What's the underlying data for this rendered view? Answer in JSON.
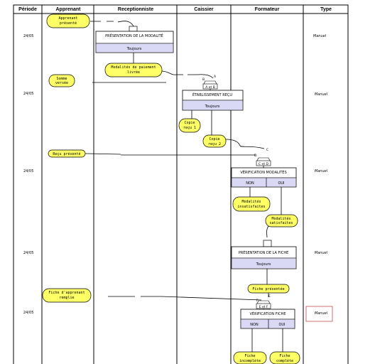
{
  "columns": [
    "Période",
    "Apprenant",
    "Receptionniste",
    "Caissier",
    "Formateur",
    "Type"
  ],
  "periods": [
    "24/05",
    "24/05",
    "24/05",
    "24/05",
    "24/05"
  ],
  "types": [
    "Manuel",
    "Manuel",
    "Manuel",
    "Manuel",
    "Manuel"
  ],
  "notes": {
    "apprenant_present": [
      "Apprenant",
      "présenté"
    ],
    "somme_versee": [
      "Somme",
      "versée"
    ],
    "recu_presente": "Reçu présenté",
    "fiche_remplie": [
      "Fiche d'apprenant",
      "remplie"
    ],
    "modalites_paiement": [
      "Modalités de paiement",
      "livrée"
    ],
    "copie_recu_1": [
      "Copie",
      "reçu 1"
    ],
    "copie_recu_2": [
      "Copie",
      "reçu 2"
    ],
    "modalites_insatisfaites": [
      "Modalités",
      "insatisfaites"
    ],
    "modalites_satisfaites": [
      "Modalités",
      "satisfaites"
    ],
    "fiche_presentee": "Fiche présentée",
    "fiche_incomplete": [
      "Fiche",
      "incomplète"
    ],
    "fiche_complete": [
      "Fiche",
      "complète"
    ]
  },
  "operations": {
    "presentation_modalites": {
      "title": "PRÉSENTATION DE LA MODALITÉ",
      "rule": "Toujours"
    },
    "etablissement_recu": {
      "title": "ÉTABLISSEMENT REÇU",
      "rule": "Toujours"
    },
    "verification_modalites": {
      "title": "VÉRIFICATION MODALITÉS",
      "out_no": "NON",
      "out_yes": "OUI"
    },
    "presentation_fiche": {
      "title": "PRÉSENTATION DE LA FICHE",
      "rule": "Toujours"
    },
    "verification_fiche": {
      "title": "VÉRIFICATION FICHE",
      "out_no": "NON",
      "out_yes": "OUI"
    }
  },
  "sync": {
    "s1": {
      "in1": "A",
      "in2": "B",
      "expr": "A et B"
    },
    "s2": {
      "in1": "C",
      "in2": "D",
      "expr": "C et D"
    },
    "s3": {
      "in1": "E",
      "in2": "F",
      "expr": "E et F"
    }
  }
}
